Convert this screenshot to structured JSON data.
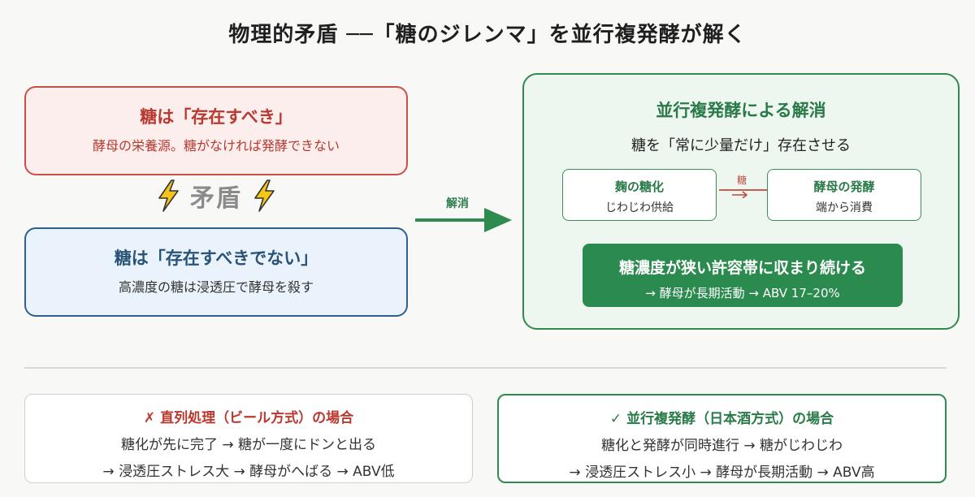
{
  "title": "物理的矛盾 ──「糖のジレンマ」を並行複発酵が解く",
  "must_exist": {
    "heading": "糖は「存在すべき」",
    "text": "酵母の栄養源。糖がなければ発酵できない"
  },
  "must_not_exist": {
    "heading": "糖は「存在すべきでない」",
    "text": "高濃度の糖は浸透圧で酵母を殺す"
  },
  "conflict_label": "矛盾",
  "arrow_label": "解消",
  "solution": {
    "title": "並行複発酵による解消",
    "subtitle": "糖を「常に少量だけ」存在させる",
    "koji": {
      "title": "麹の糖化",
      "text": "じわじわ供給"
    },
    "sugar_label": "糖",
    "yeast": {
      "title": "酵母の発酵",
      "text": "端から消費"
    },
    "result": {
      "title": "糖濃度が狭い許容帯に収まり続ける",
      "text": "→ 酵母が長期活動 → ABV 17–20%"
    }
  },
  "serial": {
    "title": "✗ 直列処理（ビール方式）の場合",
    "line1": "糖化が先に完了 → 糖が一度にドンと出る",
    "line2": "→ 浸透圧ストレス大 → 酵母がへばる → ABV低"
  },
  "parallel": {
    "title": "✓ 並行複発酵（日本酒方式）の場合",
    "line1": "糖化と発酵が同時進行 → 糖がじわじわ",
    "line2": "→ 浸透圧ストレス小 → 酵母が長期活動 → ABV高"
  },
  "colors": {
    "red": "#c85049",
    "blue": "#2f5f8a",
    "green": "#2e8a4e",
    "bolt": "#f5c518"
  }
}
